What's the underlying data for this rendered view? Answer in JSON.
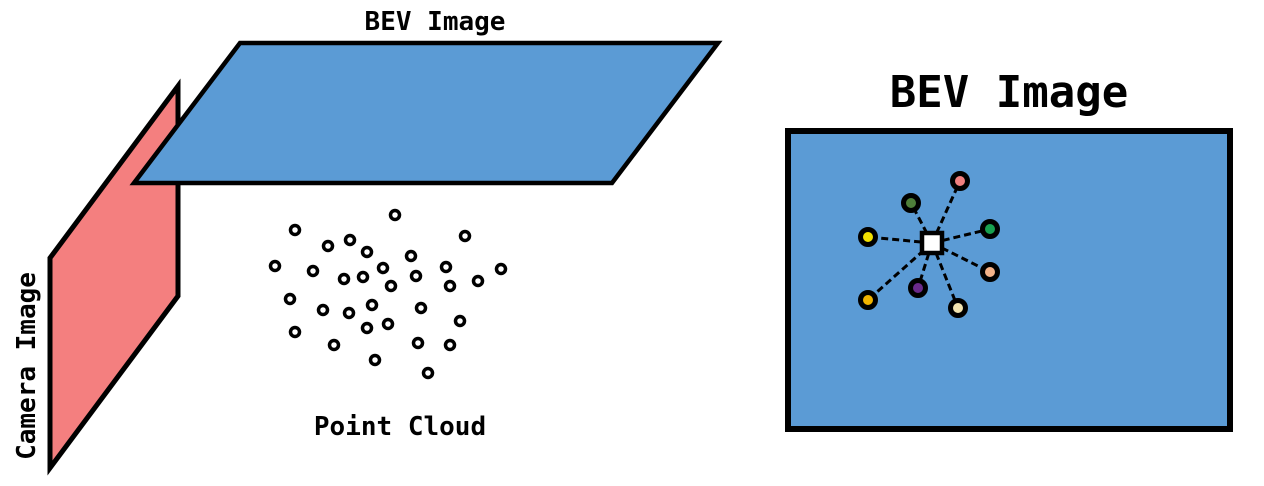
{
  "labels": {
    "bev_top": "BEV Image",
    "point_cloud": "Point Cloud",
    "camera": "Camera Image",
    "bev_right": "BEV Image"
  },
  "colors": {
    "camera_plane": "#f47f7f",
    "bev_plane": "#5b9bd5",
    "stroke": "#000000",
    "node_fill": "#ffffff",
    "neighbor_colors": [
      "#f08080",
      "#4f7f3a",
      "#18a050",
      "#f4b38a",
      "#f2e3b0",
      "#6a2a8a",
      "#f0b400",
      "#f2e000"
    ]
  },
  "icons": {
    "center_node": "square-node-icon",
    "neighbor_node": "circle-node-icon",
    "cloud_point": "ring-point-icon"
  }
}
